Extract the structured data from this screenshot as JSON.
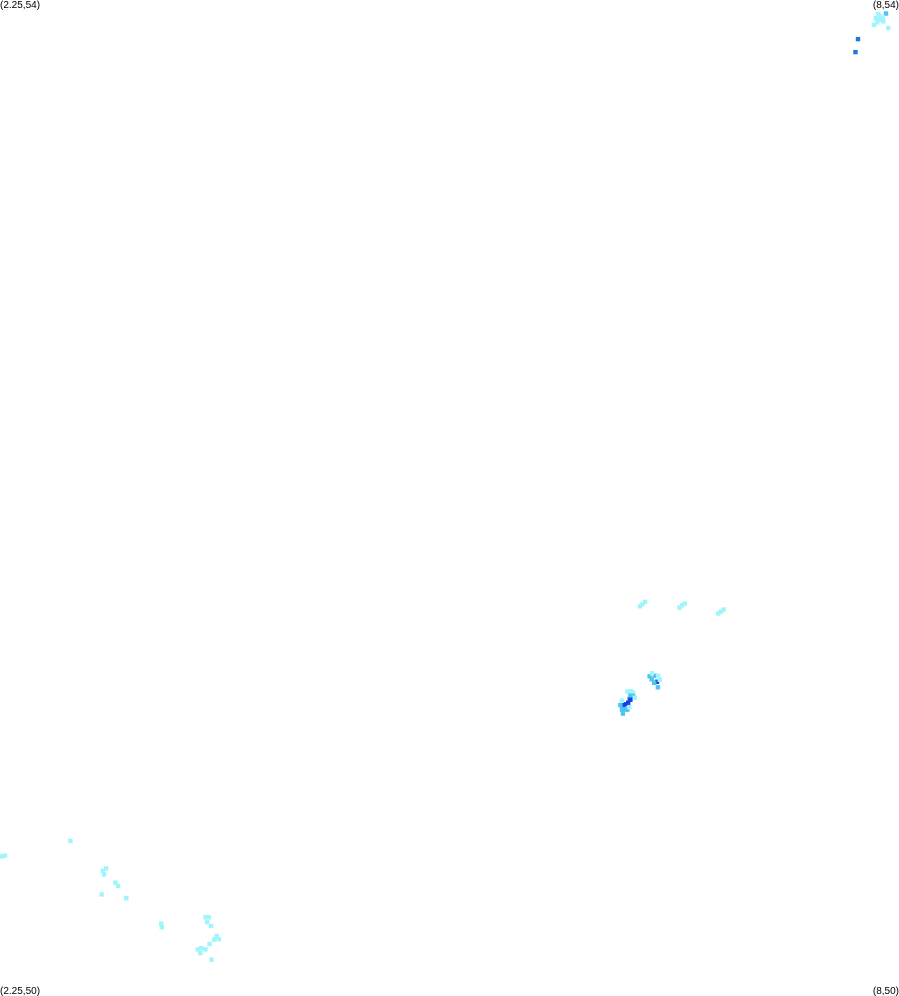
{
  "corners": {
    "top_left": "(2.25,54)",
    "top_right": "(8,54)",
    "bottom_left": "(2.25,50)",
    "bottom_right": "(8,50)"
  },
  "extent": {
    "lon_min": 2.25,
    "lon_max": 8,
    "lat_min": 50,
    "lat_max": 54
  },
  "colors": {
    "background": "#ffffff",
    "light": "#9ef5fb",
    "medium": "#4fc4f0",
    "strong": "#1e7ad6",
    "intense": "#1a3ee6"
  },
  "cell_size_deg": 0.028,
  "cells": [
    {
      "lon": 7.738,
      "lat": 53.843,
      "level": "strong"
    },
    {
      "lon": 7.722,
      "lat": 53.791,
      "level": "strong"
    },
    {
      "lon": 7.917,
      "lat": 53.946,
      "level": "medium"
    },
    {
      "lon": 7.897,
      "lat": 53.926,
      "level": "light"
    },
    {
      "lon": 7.873,
      "lat": 53.92,
      "level": "light"
    },
    {
      "lon": 7.86,
      "lat": 53.91,
      "level": "light"
    },
    {
      "lon": 7.84,
      "lat": 53.9,
      "level": "light"
    },
    {
      "lon": 7.931,
      "lat": 53.888,
      "level": "light"
    },
    {
      "lon": 7.851,
      "lat": 53.928,
      "level": "light"
    },
    {
      "lon": 7.868,
      "lat": 53.943,
      "level": "light"
    },
    {
      "lon": 7.881,
      "lat": 53.933,
      "level": "light"
    },
    {
      "lon": 7.9,
      "lat": 53.914,
      "level": "light"
    },
    {
      "lon": 6.343,
      "lat": 51.565,
      "level": "light"
    },
    {
      "lon": 6.359,
      "lat": 51.573,
      "level": "light"
    },
    {
      "lon": 6.376,
      "lat": 51.583,
      "level": "light"
    },
    {
      "lon": 6.596,
      "lat": 51.56,
      "level": "light"
    },
    {
      "lon": 6.613,
      "lat": 51.569,
      "level": "light"
    },
    {
      "lon": 6.629,
      "lat": 51.576,
      "level": "light"
    },
    {
      "lon": 6.844,
      "lat": 51.536,
      "level": "light"
    },
    {
      "lon": 6.861,
      "lat": 51.544,
      "level": "light"
    },
    {
      "lon": 6.878,
      "lat": 51.552,
      "level": "light"
    },
    {
      "lon": 6.262,
      "lat": 51.223,
      "level": "light"
    },
    {
      "lon": 6.285,
      "lat": 51.224,
      "level": "light"
    },
    {
      "lon": 6.3,
      "lat": 51.218,
      "level": "light"
    },
    {
      "lon": 6.299,
      "lat": 51.205,
      "level": "medium"
    },
    {
      "lon": 6.282,
      "lat": 51.206,
      "level": "medium"
    },
    {
      "lon": 6.275,
      "lat": 51.193,
      "level": "medium"
    },
    {
      "lon": 6.268,
      "lat": 51.178,
      "level": "intense"
    },
    {
      "lon": 6.282,
      "lat": 51.19,
      "level": "intense"
    },
    {
      "lon": 6.252,
      "lat": 51.172,
      "level": "intense"
    },
    {
      "lon": 6.236,
      "lat": 51.168,
      "level": "intense"
    },
    {
      "lon": 6.245,
      "lat": 51.152,
      "level": "medium"
    },
    {
      "lon": 6.262,
      "lat": 51.15,
      "level": "medium"
    },
    {
      "lon": 6.228,
      "lat": 51.15,
      "level": "medium"
    },
    {
      "lon": 6.218,
      "lat": 51.168,
      "level": "medium"
    },
    {
      "lon": 6.228,
      "lat": 51.186,
      "level": "light"
    },
    {
      "lon": 6.31,
      "lat": 51.198,
      "level": "light"
    },
    {
      "lon": 6.275,
      "lat": 51.16,
      "level": "light"
    },
    {
      "lon": 6.234,
      "lat": 51.134,
      "level": "medium"
    },
    {
      "lon": 6.405,
      "lat": 51.284,
      "level": "medium"
    },
    {
      "lon": 6.418,
      "lat": 51.272,
      "level": "medium"
    },
    {
      "lon": 6.438,
      "lat": 51.286,
      "level": "medium"
    },
    {
      "lon": 6.46,
      "lat": 51.285,
      "level": "light"
    },
    {
      "lon": 6.452,
      "lat": 51.262,
      "level": "intense"
    },
    {
      "lon": 6.434,
      "lat": 51.258,
      "level": "medium"
    },
    {
      "lon": 6.458,
      "lat": 51.24,
      "level": "medium"
    },
    {
      "lon": 6.47,
      "lat": 51.27,
      "level": "light"
    },
    {
      "lon": 6.42,
      "lat": 51.296,
      "level": "light"
    },
    {
      "lon": 2.262,
      "lat": 50.561,
      "level": "light"
    },
    {
      "lon": 2.282,
      "lat": 50.564,
      "level": "light"
    },
    {
      "lon": 2.7,
      "lat": 50.623,
      "level": "light"
    },
    {
      "lon": 2.908,
      "lat": 50.503,
      "level": "light"
    },
    {
      "lon": 2.915,
      "lat": 50.488,
      "level": "light"
    },
    {
      "lon": 2.928,
      "lat": 50.512,
      "level": "light"
    },
    {
      "lon": 2.988,
      "lat": 50.455,
      "level": "light"
    },
    {
      "lon": 3.005,
      "lat": 50.442,
      "level": "light"
    },
    {
      "lon": 2.9,
      "lat": 50.408,
      "level": "light"
    },
    {
      "lon": 3.058,
      "lat": 50.393,
      "level": "light"
    },
    {
      "lon": 3.281,
      "lat": 50.291,
      "level": "light"
    },
    {
      "lon": 3.285,
      "lat": 50.276,
      "level": "light"
    },
    {
      "lon": 3.564,
      "lat": 50.316,
      "level": "light"
    },
    {
      "lon": 3.586,
      "lat": 50.316,
      "level": "light"
    },
    {
      "lon": 3.575,
      "lat": 50.297,
      "level": "light"
    },
    {
      "lon": 3.6,
      "lat": 50.281,
      "level": "light"
    },
    {
      "lon": 3.636,
      "lat": 50.241,
      "level": "light"
    },
    {
      "lon": 3.62,
      "lat": 50.226,
      "level": "light"
    },
    {
      "lon": 3.65,
      "lat": 50.228,
      "level": "light"
    },
    {
      "lon": 3.538,
      "lat": 50.192,
      "level": "light"
    },
    {
      "lon": 3.516,
      "lat": 50.187,
      "level": "light"
    },
    {
      "lon": 3.531,
      "lat": 50.172,
      "level": "light"
    },
    {
      "lon": 3.564,
      "lat": 50.187,
      "level": "light"
    },
    {
      "lon": 3.59,
      "lat": 50.209,
      "level": "light"
    },
    {
      "lon": 3.603,
      "lat": 50.146,
      "level": "light"
    }
  ]
}
